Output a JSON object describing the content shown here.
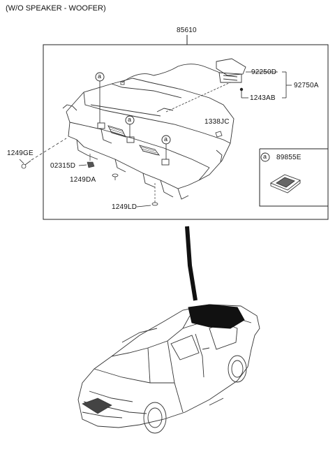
{
  "diagram": {
    "title": "(W/O SPEAKER - WOOFER)",
    "assembly_part": "85610",
    "parts": {
      "p92250D": "92250D",
      "p92750A": "92750A",
      "p1243AB": "1243AB",
      "p1338JC": "1338JC",
      "p1249GE": "1249GE",
      "p02315D": "02315D",
      "p1249DA": "1249DA",
      "p1249LD": "1249LD",
      "p89855E": "89855E"
    },
    "callout_letter": "a"
  }
}
